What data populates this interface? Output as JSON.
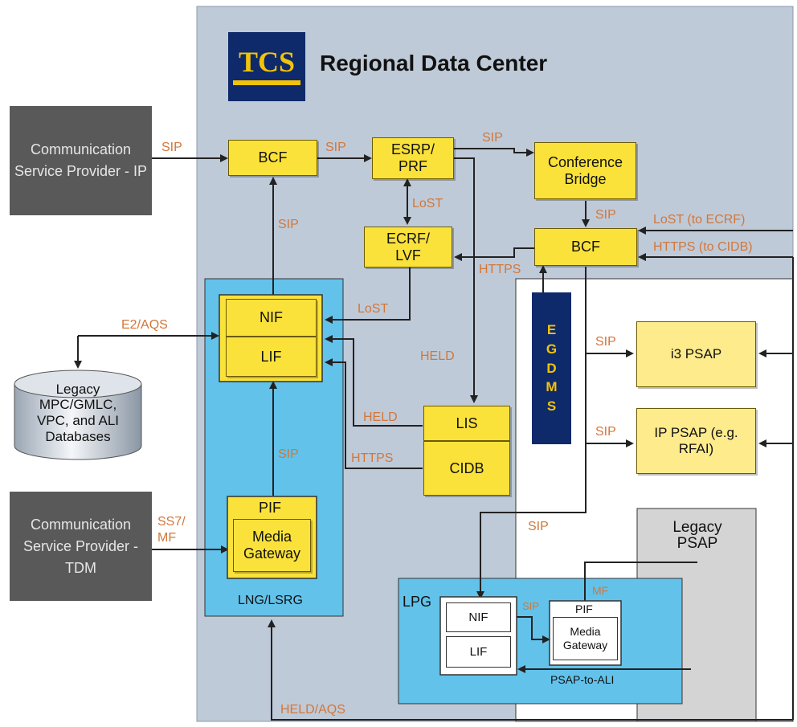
{
  "logo": {
    "text": "TCS",
    "color": "#f3c30a",
    "bg": "#0e2a6a"
  },
  "title": "Regional Data Center",
  "colors": {
    "regional_bg": "#bfcad8",
    "cyan": "#62c2ea",
    "yellow": "#fbe23a",
    "navy": "#0e2a6a",
    "label_orange": "#d2773a",
    "dark_gray": "#595959"
  },
  "nodes": {
    "csp_ip": "Communication Service Provider - IP",
    "csp_tdm": "Communication Service Provider - TDM",
    "legacy_db": "Legacy MPC/GMLC, VPC, and ALI Databases",
    "bcf_top": "BCF",
    "esrp": "ESRP/ PRF",
    "conf_bridge": "Conference Bridge",
    "ecrf": "ECRF/ LVF",
    "bcf_mid": "BCF",
    "nif": "NIF",
    "lif": "LIF",
    "lng_label": "LNG/LSRG",
    "pif": "PIF",
    "media_gateway": "Media Gateway",
    "lis": "LIS",
    "cidb": "CIDB",
    "egdms": [
      "E",
      "G",
      "D",
      "M",
      "S"
    ],
    "i3_psap": "i3 PSAP",
    "ip_psap": "IP PSAP (e.g. RFAI)",
    "legacy_psap": "Legacy PSAP",
    "lpg_label": "LPG",
    "lpg_nif": "NIF",
    "lpg_lif": "LIF",
    "lpg_pif": "PIF",
    "lpg_media_gateway": "Media Gateway",
    "psap_to_ali": "PSAP-to-ALI"
  },
  "edge_labels": {
    "sip_csp_bcf": "SIP",
    "sip_bcf_esrp": "SIP",
    "sip_esrp_conf": "SIP",
    "lost_esrp_ecrf": "LoST",
    "sip_conf_bcf": "SIP",
    "lost_to_ecrf": "LoST (to ECRF)",
    "https_to_cidb": "HTTPS (to CIDB)",
    "sip_nif_bcf": "SIP",
    "https_bcf_ecrf": "HTTPS",
    "e2_aqs": "E2/AQS",
    "lost_nif_ecrf": "LoST",
    "held_lis": "HELD",
    "sip_i3": "SIP",
    "held_lif_lis": "HELD",
    "sip_pif_nif": "SIP",
    "https_lif_cidb": "HTTPS",
    "sip_ip_psap": "SIP",
    "ss7_mf": "SS7/ MF",
    "sip_lpg": "SIP",
    "mf_legacy": "MF",
    "sip_lpg_internal": "SIP",
    "held_aqs": "HELD/AQS"
  }
}
